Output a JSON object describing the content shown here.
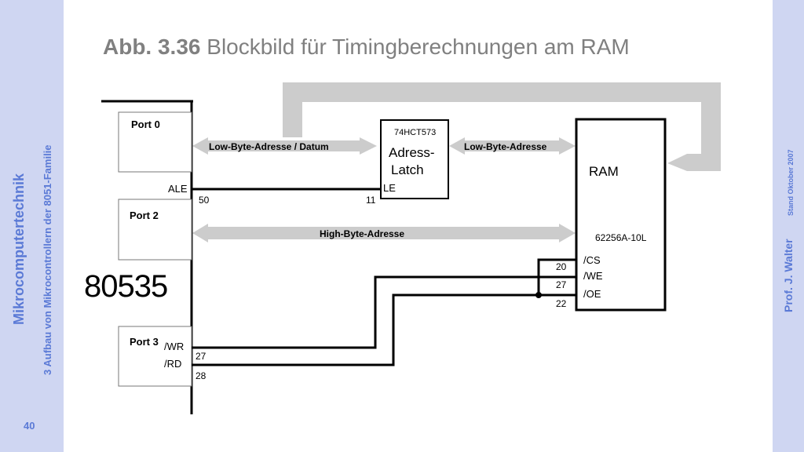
{
  "sidebar": {
    "title": "Mikrocomputertechnik",
    "subtitle": "3 Aufbau von Mikrocontrollern der 8051-Familie",
    "page_number": "40"
  },
  "right_sidebar": {
    "author": "Prof. J. Walter",
    "stand": "Stand Oktober 2007"
  },
  "slide": {
    "title_prefix": "Abb. 3.36",
    "title_text": " Blockbild für Timingberechnungen am RAM"
  },
  "colors": {
    "sidebar_bg": "#cfd6f2",
    "sidebar_text": "#5b7ad6",
    "title_gray": "#808080",
    "bus_gray": "#cccccc"
  },
  "diagram": {
    "mcu": {
      "name": "80535",
      "port0": "Port 0",
      "port2": "Port 2",
      "port3": "Port 3",
      "ale": "ALE",
      "wr": "/WR",
      "rd": "/RD",
      "pin_ale": "50",
      "pin_wr": "27",
      "pin_rd": "28"
    },
    "latch": {
      "part": "74HCT573",
      "name_line1": "Adress-",
      "name_line2": "Latch",
      "le": "LE",
      "pin_le": "11"
    },
    "ram": {
      "name": "RAM",
      "part": "62256A-10L",
      "cs": "/CS",
      "we": "/WE",
      "oe": "/OE",
      "pin_cs": "20",
      "pin_we": "27",
      "pin_oe": "22"
    },
    "buses": {
      "low_data": "Low-Byte-Adresse / Datum",
      "low_addr": "Low-Byte-Adresse",
      "high_addr": "High-Byte-Adresse"
    }
  }
}
